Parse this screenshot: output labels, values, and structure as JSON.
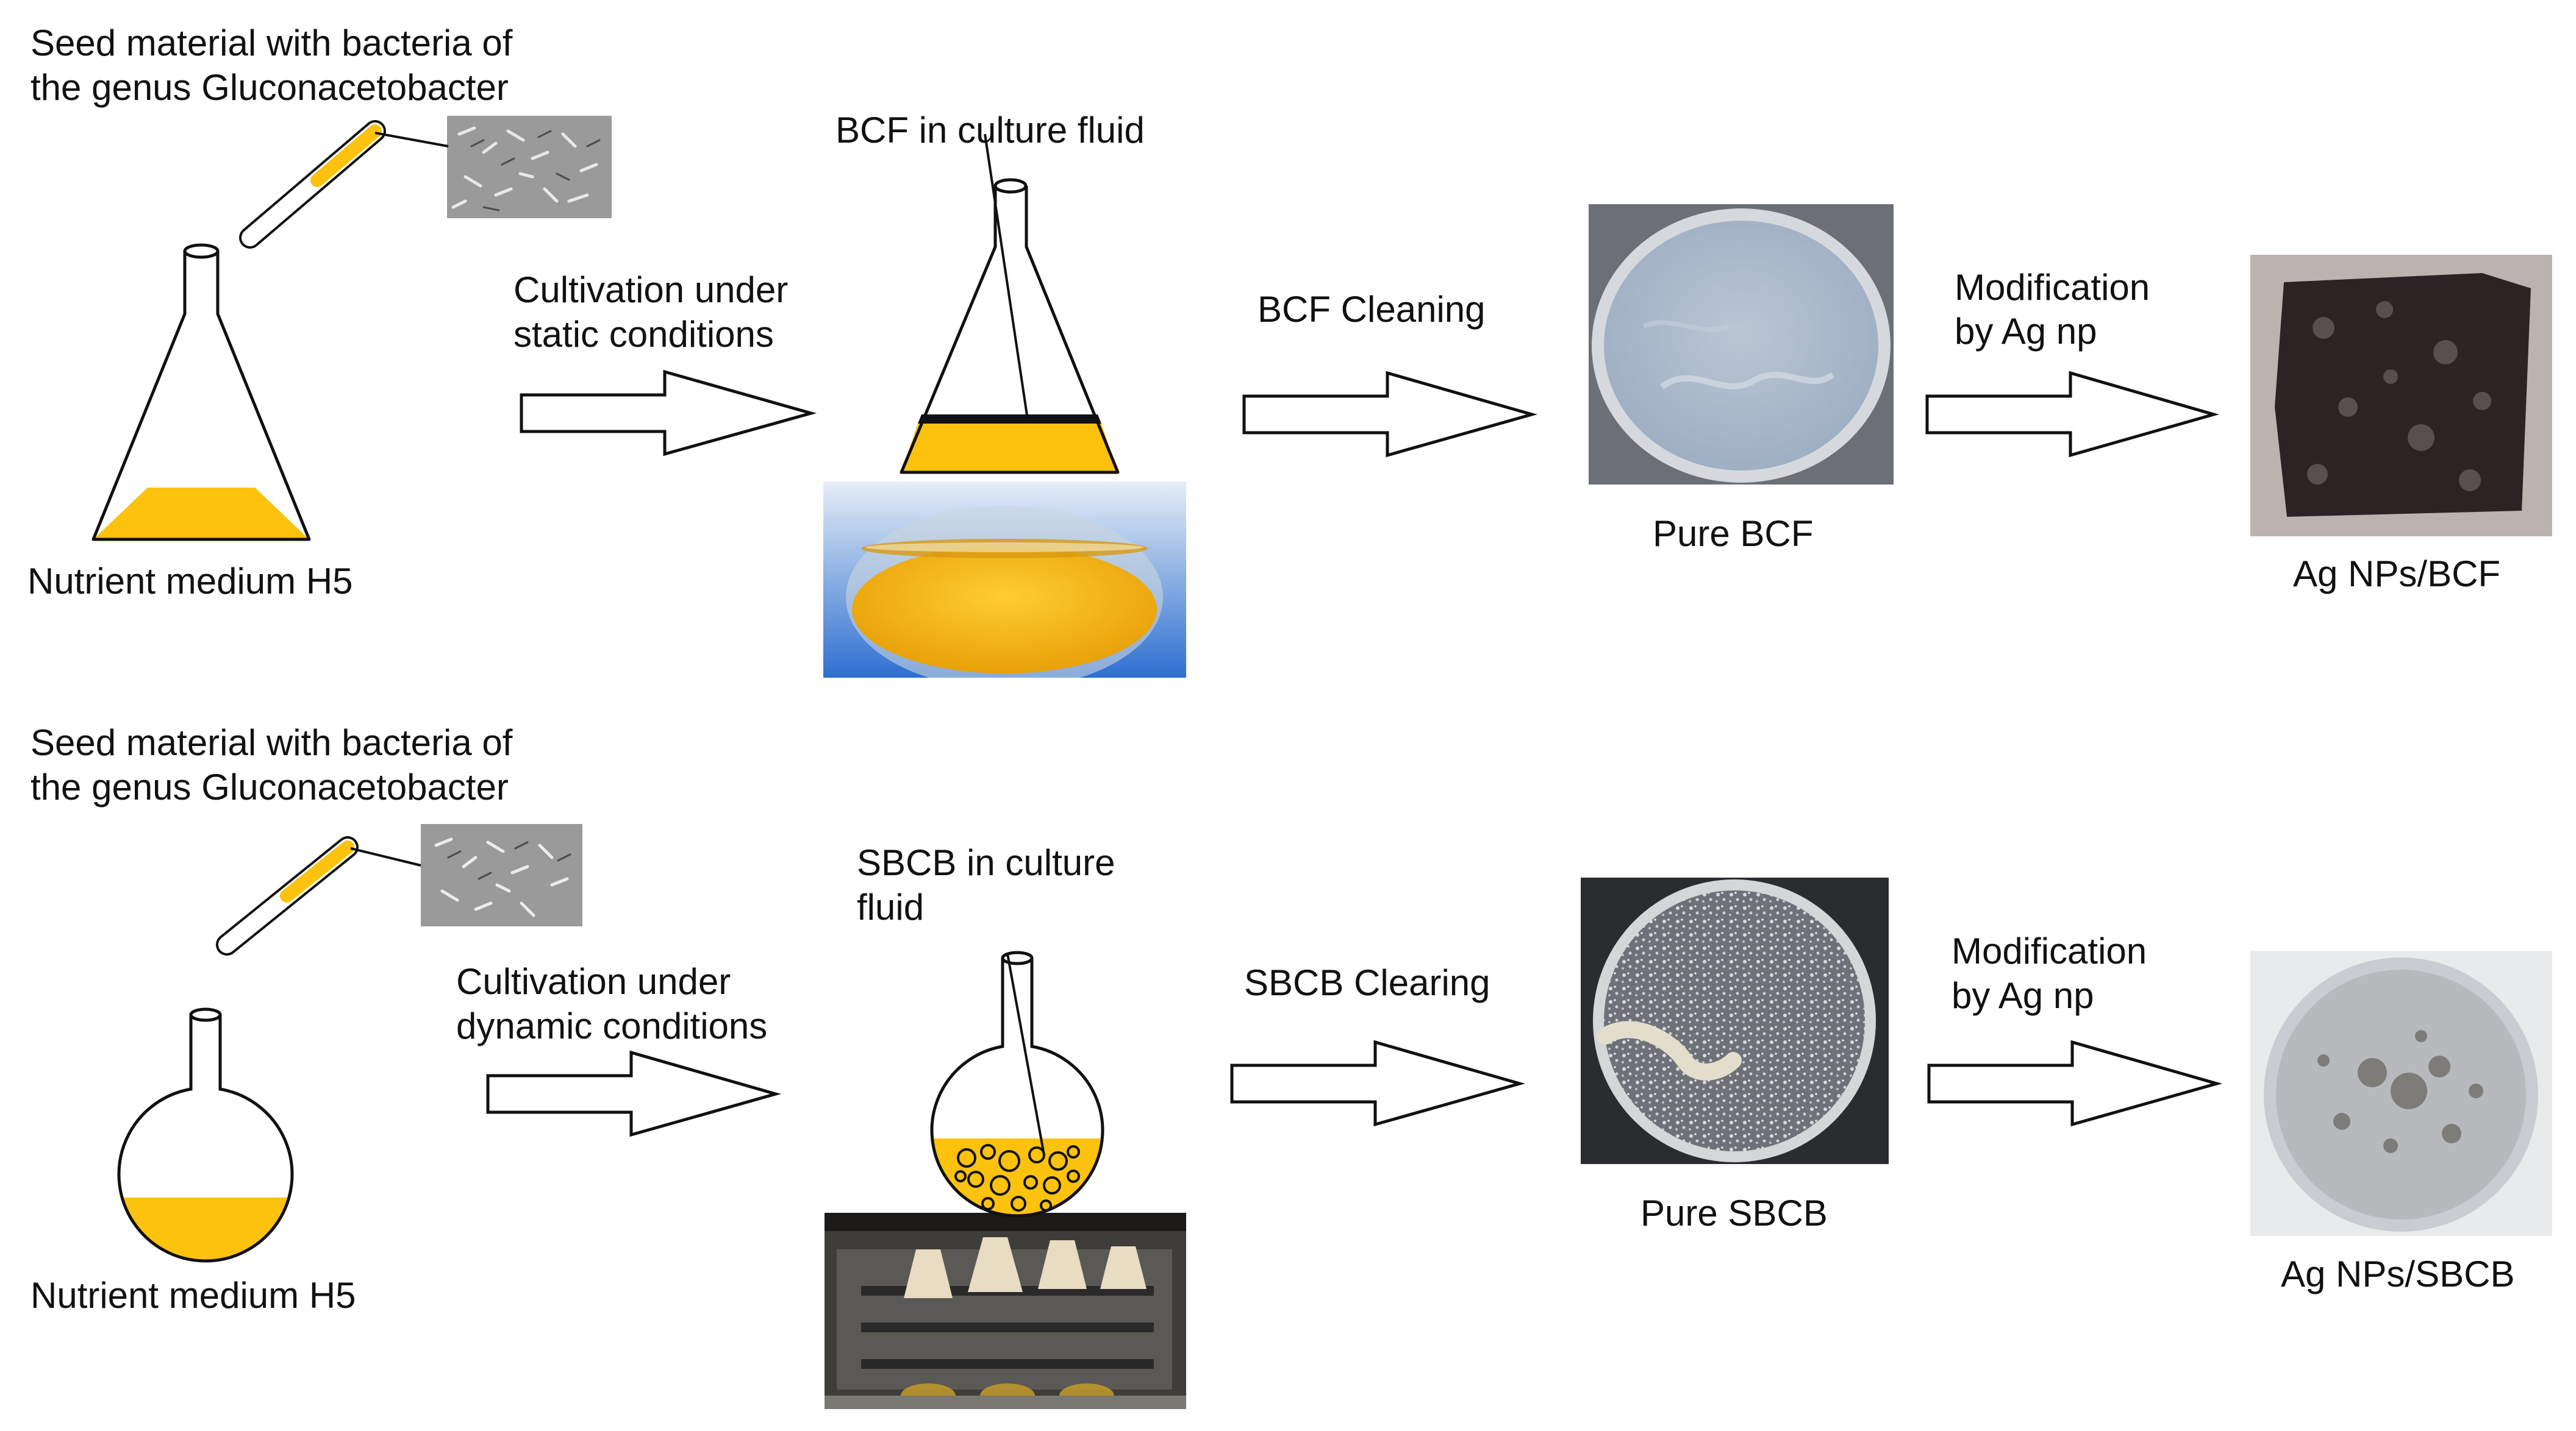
{
  "colors": {
    "medium": "#fcc20d",
    "outline": "#111111",
    "arrow_fill": "#ffffff"
  },
  "row_static": {
    "seed_line1": "Seed material with bacteria of",
    "seed_line2": "the genus Gluconacetobacter",
    "medium_label": "Nutrient medium H5",
    "cultivation_line1": "Cultivation under",
    "cultivation_line2": "static conditions",
    "product_label": "BCF in culture fluid",
    "cleaning_label": "BCF Cleaning",
    "pure_label": "Pure BCF",
    "modification_line1": "Modification",
    "modification_line2": "by Ag np",
    "final_label": "Ag NPs/BCF"
  },
  "row_dynamic": {
    "seed_line1": "Seed material with bacteria of",
    "seed_line2": "the genus Gluconacetobacter",
    "medium_label": "Nutrient medium H5",
    "cultivation_line1": "Cultivation under",
    "cultivation_line2": "dynamic conditions",
    "product_line1": "SBCB in culture",
    "product_line2": "fluid",
    "cleaning_label": "SBCB Clearing",
    "pure_label": "Pure SBCB",
    "modification_line1": "Modification",
    "modification_line2": "by Ag np",
    "final_label": "Ag NPs/SBCB"
  }
}
